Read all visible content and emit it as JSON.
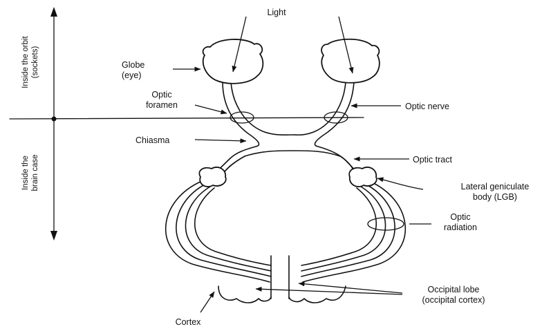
{
  "labels": {
    "light": "Light",
    "globe_line1": "Globe",
    "globe_line2": "(eye)",
    "optic_foramen_line1": "Optic",
    "optic_foramen_line2": "foramen",
    "optic_nerve": "Optic nerve",
    "chiasma": "Chiasma",
    "optic_tract": "Optic tract",
    "lgb_line1": "Lateral geniculate",
    "lgb_line2": "body (LGB)",
    "optic_radiation_line1": "Optic",
    "optic_radiation_line2": "radiation",
    "occipital_line1": "Occipital lobe",
    "occipital_line2": "(occipital cortex)",
    "cortex": "Cortex"
  },
  "side_labels": {
    "orbit_line1": "Inside the orbit",
    "orbit_line2": "(sockets)",
    "brain_line1": "Inside the",
    "brain_line2": "brain case"
  }
}
